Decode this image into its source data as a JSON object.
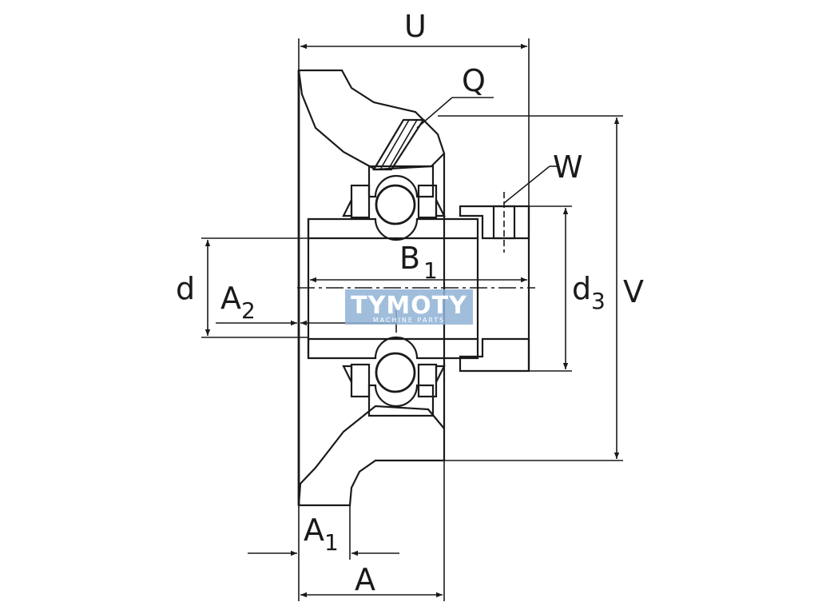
{
  "dimensions": {
    "U": "U",
    "Q": "Q",
    "W": "W",
    "B": "B",
    "B_sub": "1",
    "d": "d",
    "A2": "A",
    "A2_sub": "2",
    "d3": "d",
    "d3_sub": "3",
    "V": "V",
    "A1": "A",
    "A1_sub": "1",
    "A": "A"
  },
  "watermark": {
    "brand": "TYMOTY",
    "tagline": "MACHINE PARTS",
    "color": "#8fb3d6"
  }
}
